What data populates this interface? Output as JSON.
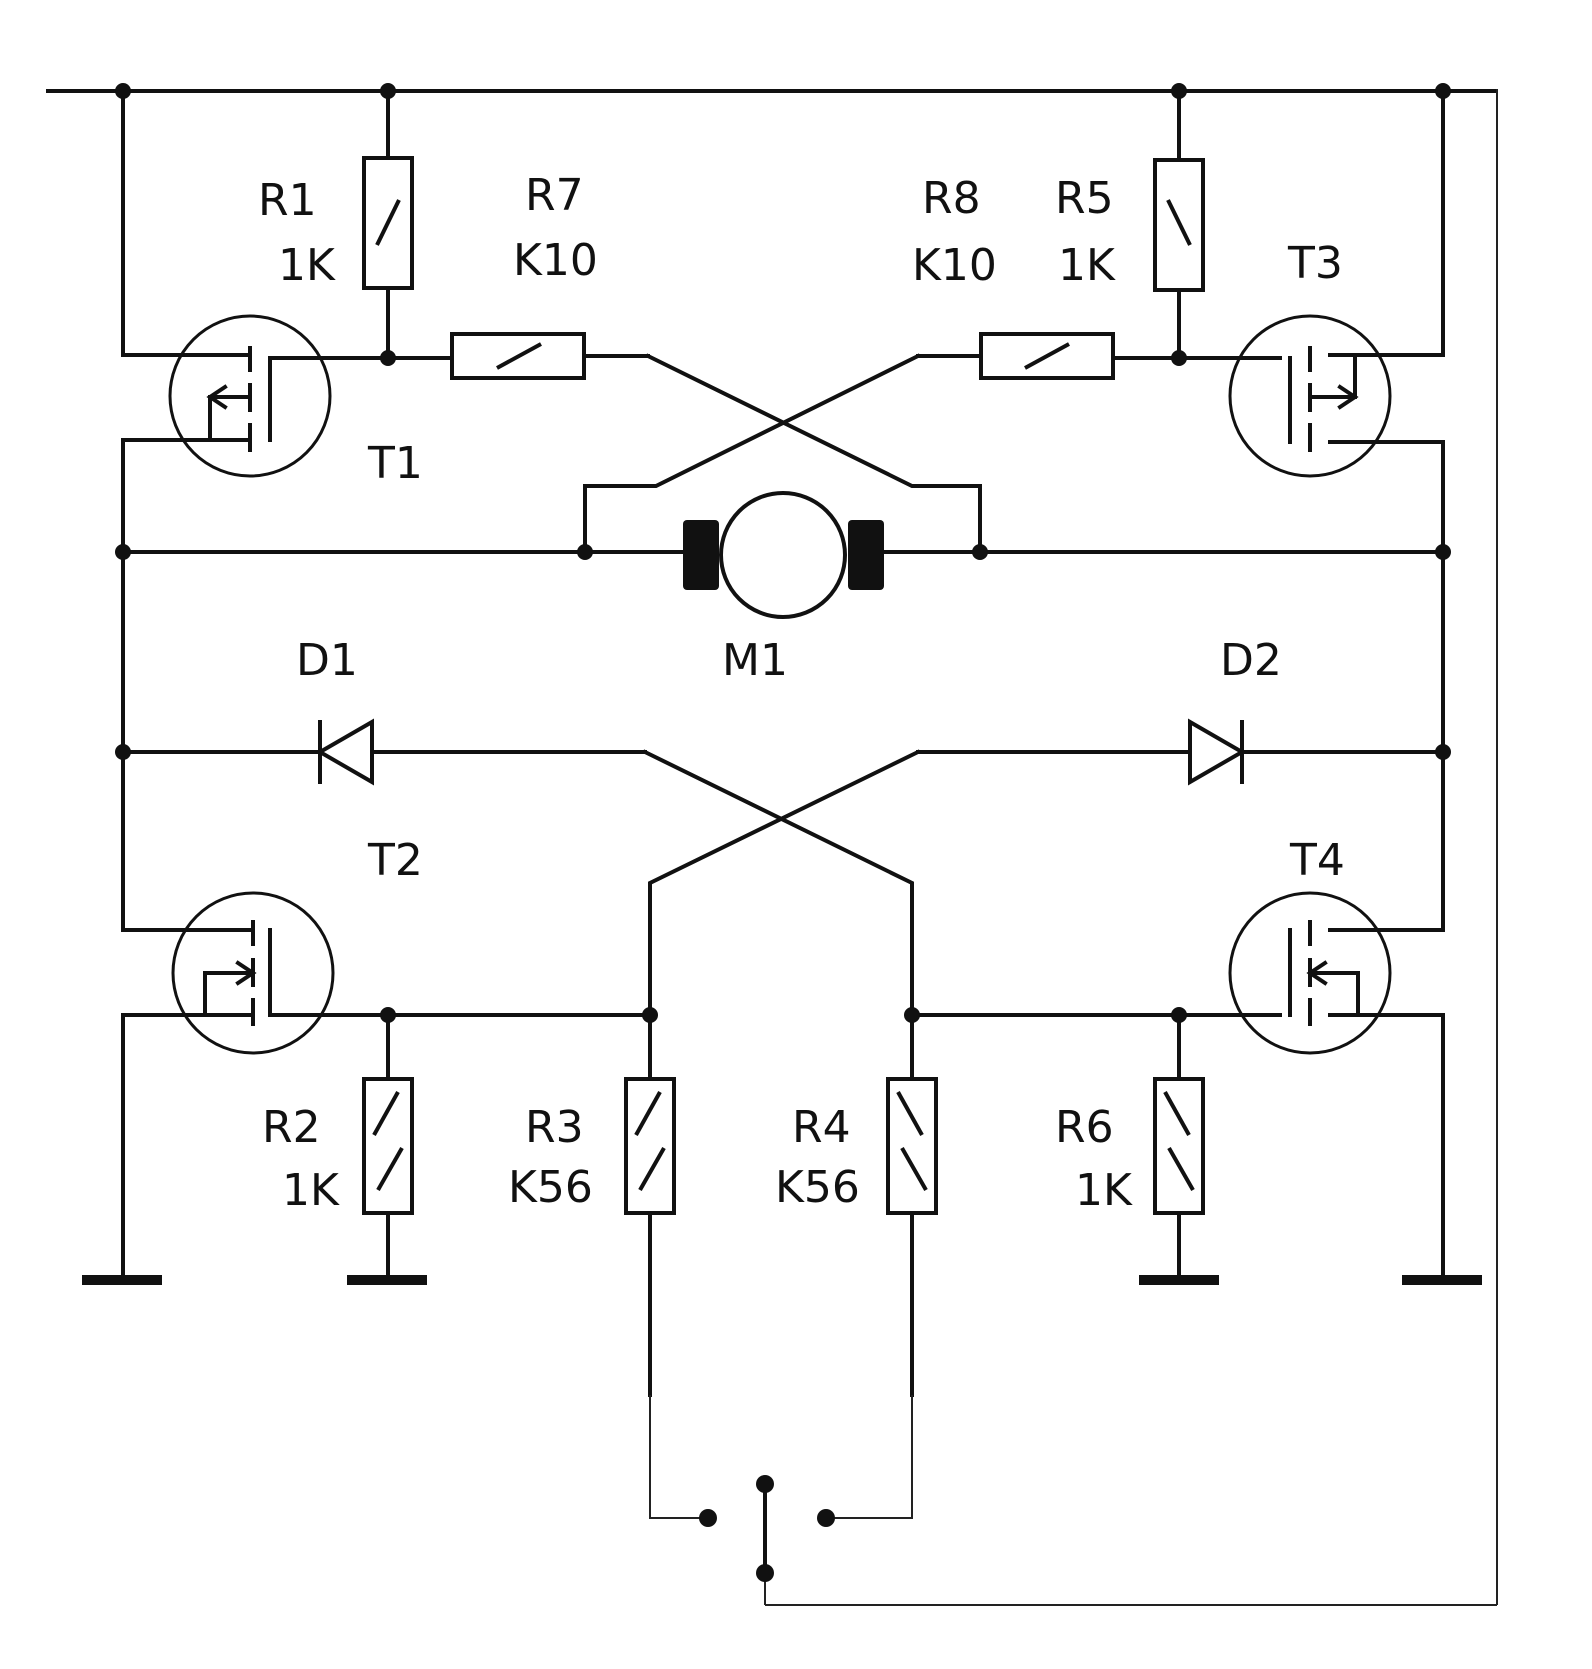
{
  "components": {
    "R1": {
      "name": "R1",
      "value": "1K"
    },
    "R2": {
      "name": "R2",
      "value": "1K"
    },
    "R3": {
      "name": "R3",
      "value": "K56"
    },
    "R4": {
      "name": "R4",
      "value": "K56"
    },
    "R5": {
      "name": "R5",
      "value": "1K"
    },
    "R6": {
      "name": "R6",
      "value": "1K"
    },
    "R7": {
      "name": "R7",
      "value": "K10"
    },
    "R8": {
      "name": "R8",
      "value": "K10"
    },
    "T1": {
      "name": "T1"
    },
    "T2": {
      "name": "T2"
    },
    "T3": {
      "name": "T3"
    },
    "T4": {
      "name": "T4"
    },
    "D1": {
      "name": "D1"
    },
    "D2": {
      "name": "D2"
    },
    "M1": {
      "name": "M1"
    }
  }
}
